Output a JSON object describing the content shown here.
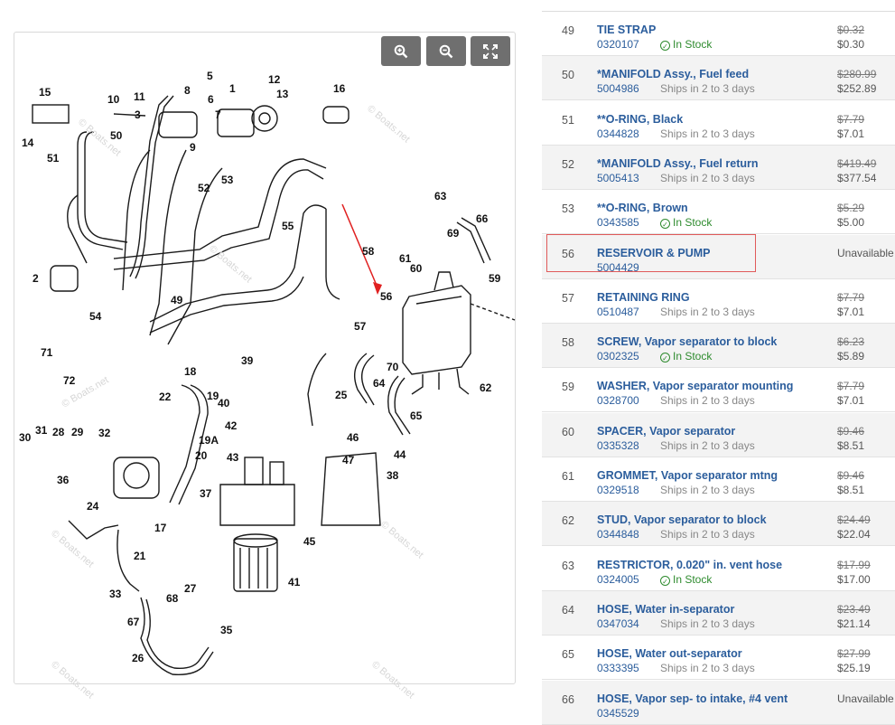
{
  "viewer": {
    "zoom_in_icon": "zoom-in-icon",
    "zoom_out_icon": "zoom-out-icon",
    "fullscreen_icon": "expand-icon",
    "watermark": "© Boats.net",
    "callouts": [
      "1",
      "2",
      "5",
      "6",
      "8",
      "9",
      "10",
      "11",
      "12",
      "13",
      "14",
      "15",
      "16",
      "17",
      "18",
      "19",
      "19A",
      "20",
      "21",
      "22",
      "24",
      "25",
      "26",
      "27",
      "28",
      "29",
      "30",
      "31",
      "32",
      "33",
      "35",
      "36",
      "37",
      "38",
      "39",
      "40",
      "41",
      "42",
      "43",
      "44",
      "45",
      "46",
      "47",
      "49",
      "50",
      "51",
      "52",
      "53",
      "54",
      "55",
      "56",
      "57",
      "58",
      "59",
      "60",
      "61",
      "62",
      "63",
      "64",
      "65",
      "66",
      "67",
      "68",
      "69",
      "70",
      "71",
      "72",
      "3",
      "7"
    ]
  },
  "parts": [
    {
      "ref": "49",
      "name": "TIE STRAP",
      "number": "0320107",
      "availability": "In Stock",
      "in_stock": true,
      "old_price": "$0.32",
      "price": "$0.30"
    },
    {
      "ref": "50",
      "name": "*MANIFOLD Assy., Fuel feed",
      "number": "5004986",
      "availability": "Ships in 2 to 3 days",
      "in_stock": false,
      "old_price": "$280.99",
      "price": "$252.89"
    },
    {
      "ref": "51",
      "name": "**O-RING, Black",
      "number": "0344828",
      "availability": "Ships in 2 to 3 days",
      "in_stock": false,
      "old_price": "$7.79",
      "price": "$7.01"
    },
    {
      "ref": "52",
      "name": "*MANIFOLD Assy., Fuel return",
      "number": "5005413",
      "availability": "Ships in 2 to 3 days",
      "in_stock": false,
      "old_price": "$419.49",
      "price": "$377.54"
    },
    {
      "ref": "53",
      "name": "**O-RING, Brown",
      "number": "0343585",
      "availability": "In Stock",
      "in_stock": true,
      "old_price": "$5.29",
      "price": "$5.00"
    },
    {
      "ref": "56",
      "name": "RESERVOIR & PUMP",
      "number": "5004429",
      "availability": "",
      "in_stock": false,
      "old_price": "",
      "price": "",
      "unavailable": "Unavailable"
    },
    {
      "ref": "57",
      "name": "RETAINING RING",
      "number": "0510487",
      "availability": "Ships in 2 to 3 days",
      "in_stock": false,
      "old_price": "$7.79",
      "price": "$7.01"
    },
    {
      "ref": "58",
      "name": "SCREW, Vapor separator to block",
      "number": "0302325",
      "availability": "In Stock",
      "in_stock": true,
      "old_price": "$6.23",
      "price": "$5.89"
    },
    {
      "ref": "59",
      "name": "WASHER, Vapor separator mounting",
      "number": "0328700",
      "availability": "Ships in 2 to 3 days",
      "in_stock": false,
      "old_price": "$7.79",
      "price": "$7.01"
    },
    {
      "ref": "60",
      "name": "SPACER, Vapor separator",
      "number": "0335328",
      "availability": "Ships in 2 to 3 days",
      "in_stock": false,
      "old_price": "$9.46",
      "price": "$8.51"
    },
    {
      "ref": "61",
      "name": "GROMMET, Vapor separator mtng",
      "number": "0329518",
      "availability": "Ships in 2 to 3 days",
      "in_stock": false,
      "old_price": "$9.46",
      "price": "$8.51"
    },
    {
      "ref": "62",
      "name": "STUD, Vapor separator to block",
      "number": "0344848",
      "availability": "Ships in 2 to 3 days",
      "in_stock": false,
      "old_price": "$24.49",
      "price": "$22.04"
    },
    {
      "ref": "63",
      "name": "RESTRICTOR, 0.020\" in. vent hose",
      "number": "0324005",
      "availability": "In Stock",
      "in_stock": true,
      "old_price": "$17.99",
      "price": "$17.00"
    },
    {
      "ref": "64",
      "name": "HOSE, Water in-separator",
      "number": "0347034",
      "availability": "Ships in 2 to 3 days",
      "in_stock": false,
      "old_price": "$23.49",
      "price": "$21.14"
    },
    {
      "ref": "65",
      "name": "HOSE, Water out-separator",
      "number": "0333395",
      "availability": "Ships in 2 to 3 days",
      "in_stock": false,
      "old_price": "$27.99",
      "price": "$25.19"
    },
    {
      "ref": "66",
      "name": "HOSE, Vapor sep- to intake, #4 vent",
      "number": "0345529",
      "availability": "",
      "in_stock": false,
      "old_price": "",
      "price": "",
      "unavailable": "Unavailable"
    }
  ],
  "colors": {
    "link": "#2b5d9c",
    "in_stock": "#2e8b2e",
    "highlight": "#e05a5a",
    "button": "#6f6f6f"
  }
}
